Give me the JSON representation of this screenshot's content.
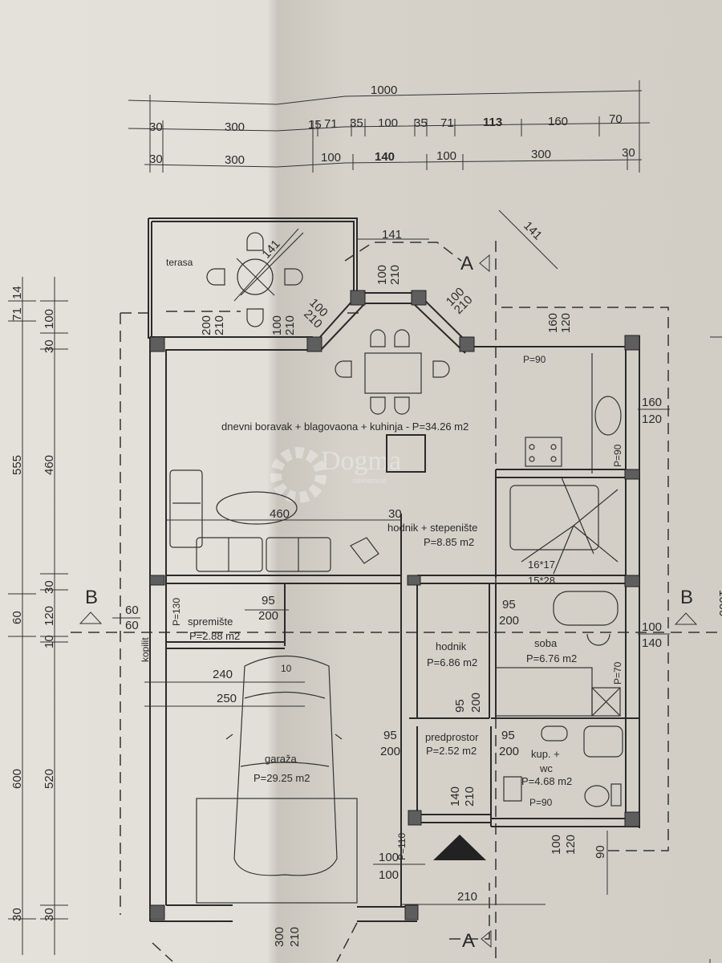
{
  "watermark": {
    "brand": "Dogma",
    "sub": "nekretnine"
  },
  "top_dims": {
    "total": "1000",
    "row1": [
      "30",
      "300",
      "15",
      "71",
      "35",
      "100",
      "35",
      "71",
      "113",
      "160",
      "70"
    ],
    "row2": [
      "30",
      "300",
      "100",
      "140",
      "100",
      "300",
      "30"
    ]
  },
  "left_dims": {
    "outer": [
      "71",
      "14",
      "555",
      "60",
      "600",
      "30"
    ],
    "inner": [
      "100",
      "30",
      "460",
      "30",
      "120",
      "10",
      "520",
      "30"
    ]
  },
  "right_dim": "1000",
  "rooms": {
    "terrace": "terasa",
    "living": "dnevni boravak + blagovaona + kuhinja -  P=34.26 m2",
    "hall_stairs": "hodnik + stepenište",
    "hall_stairs_area": "P=8.85 m2",
    "stairs_a": "16*17",
    "stairs_b": "15*28",
    "storage": "spremište",
    "storage_area": "P=2.88 m2",
    "kopilit": "kopilit",
    "hallway": "hodnik",
    "hallway_area": "P=6.86 m2",
    "room": "soba",
    "room_area": "P=6.76 m2",
    "entry": "predprostor",
    "entry_area": "P=2.52 m2",
    "bath1": "kup. +",
    "bath2": "wc",
    "bath_area": "P=4.68 m2",
    "garage": "garaža",
    "garage_area": "P=29.25 m2"
  },
  "sill_labels": {
    "kitchen_window": "P=90",
    "kitchen_side": "P=90",
    "room_side": "P=70",
    "bath_window": "P=90",
    "entry_window": "P=110",
    "storage_window": "P=130"
  },
  "openings": {
    "terrace_diag": "141",
    "bay_width": "141",
    "bay_diag": "141",
    "living_width": "460",
    "wall_30": "30",
    "terrace_door_1": [
      "200",
      "210"
    ],
    "terrace_door_2": [
      "100",
      "210"
    ],
    "bay_center": [
      "100",
      "210"
    ],
    "bay_left": [
      "100",
      "210"
    ],
    "bay_right": [
      "100",
      "210"
    ],
    "kitchen_win": [
      "160",
      "120"
    ],
    "side_win_top": [
      "160",
      "120"
    ],
    "storage_win": [
      "60",
      "60"
    ],
    "storage_door": [
      "95",
      "200"
    ],
    "room_door": [
      "95",
      "200"
    ],
    "room_win": [
      "100",
      "140"
    ],
    "garage_240": "240",
    "garage_250": "250",
    "garage_10": "10",
    "hall_door": [
      "95",
      "200"
    ],
    "entry_left_door": [
      "95",
      "200"
    ],
    "bath_door": [
      "95",
      "200"
    ],
    "entry_door": [
      "140",
      "210"
    ],
    "bath_win": [
      "100",
      "120"
    ],
    "ext_90": "90",
    "entry_win": [
      "100",
      "100"
    ],
    "entry_210": "210",
    "garage_door": [
      "300",
      "210"
    ]
  },
  "sections": {
    "a_top": "A",
    "a_bottom": "A",
    "b_left": "B",
    "b_right": "B"
  }
}
